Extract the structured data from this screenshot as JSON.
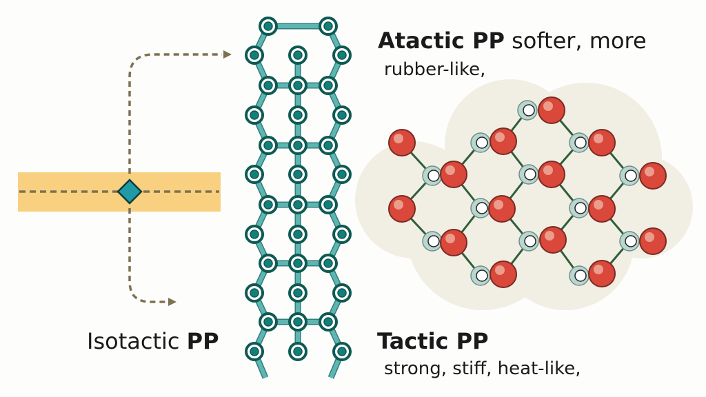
{
  "labels": {
    "atactic_title": "Atactic PP",
    "atactic_desc": "softer, more",
    "atactic_desc2": "rubber-like,",
    "isotactic_prefix": "Isotactic",
    "isotactic_bold": "PP",
    "tactic_title": "Tactic PP",
    "tactic_desc": "strong, stiff, heat-like,"
  },
  "colors": {
    "chain_node": "#137f7a",
    "chain_node_outline": "#0e5a52",
    "chain_bond": "#5fb5b2",
    "network_atom": "#d9483a",
    "network_ring": "#b9d6cf",
    "network_bond": "#2e5e3a",
    "band": "#f8d080",
    "dash": "#7d7152",
    "diamond": "#1f9aa6",
    "cloud": "#f1eee4"
  }
}
